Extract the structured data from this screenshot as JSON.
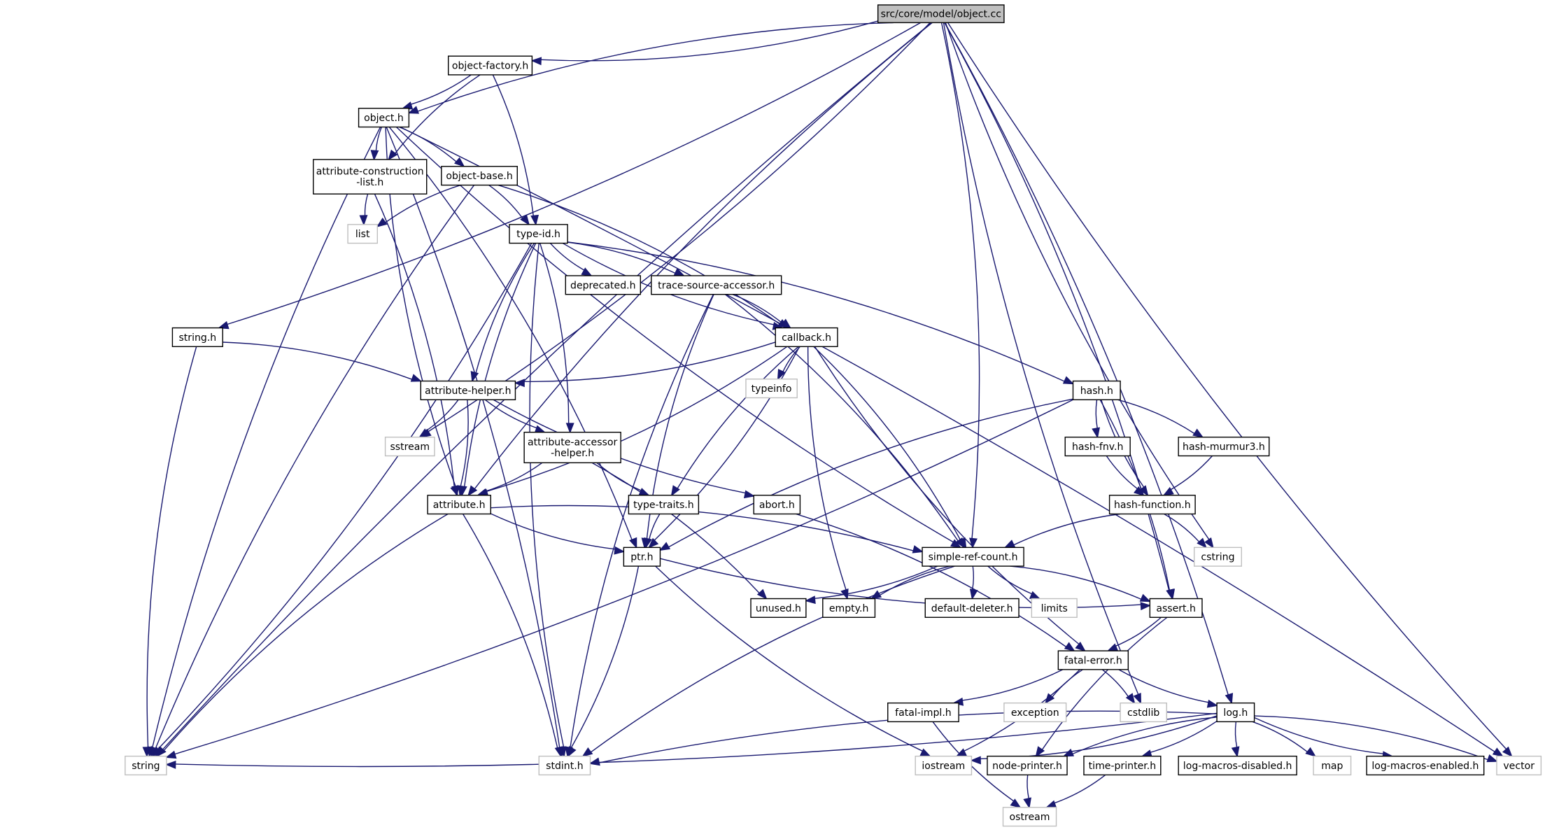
{
  "diagram": {
    "title": "src/core/model/object.cc",
    "edge_color": "#191970",
    "root_fill": "#bfbfbf",
    "external_border": "#bfbfbf",
    "nodes": [
      {
        "id": "root",
        "label": "src/core/model/object.cc",
        "kind": "root"
      },
      {
        "id": "object-factory",
        "label": "object-factory.h",
        "kind": "internal"
      },
      {
        "id": "object",
        "label": "object.h",
        "kind": "internal"
      },
      {
        "id": "attr-constr",
        "label": "attribute-construction\n-list.h",
        "kind": "internal"
      },
      {
        "id": "object-base",
        "label": "object-base.h",
        "kind": "internal"
      },
      {
        "id": "list",
        "label": "list",
        "kind": "external"
      },
      {
        "id": "type-id",
        "label": "type-id.h",
        "kind": "internal"
      },
      {
        "id": "deprecated",
        "label": "deprecated.h",
        "kind": "internal"
      },
      {
        "id": "trace-src",
        "label": "trace-source-accessor.h",
        "kind": "internal"
      },
      {
        "id": "string-h",
        "label": "string.h",
        "kind": "internal"
      },
      {
        "id": "callback",
        "label": "callback.h",
        "kind": "internal"
      },
      {
        "id": "typeinfo",
        "label": "typeinfo",
        "kind": "external"
      },
      {
        "id": "hash",
        "label": "hash.h",
        "kind": "internal"
      },
      {
        "id": "attr-helper",
        "label": "attribute-helper.h",
        "kind": "internal"
      },
      {
        "id": "sstream",
        "label": "sstream",
        "kind": "external"
      },
      {
        "id": "attr-acc-helper",
        "label": "attribute-accessor\n-helper.h",
        "kind": "internal"
      },
      {
        "id": "hash-fnv",
        "label": "hash-fnv.h",
        "kind": "internal"
      },
      {
        "id": "hash-murmur3",
        "label": "hash-murmur3.h",
        "kind": "internal"
      },
      {
        "id": "attribute",
        "label": "attribute.h",
        "kind": "internal"
      },
      {
        "id": "type-traits",
        "label": "type-traits.h",
        "kind": "internal"
      },
      {
        "id": "abort",
        "label": "abort.h",
        "kind": "internal"
      },
      {
        "id": "hash-function",
        "label": "hash-function.h",
        "kind": "internal"
      },
      {
        "id": "ptr",
        "label": "ptr.h",
        "kind": "internal"
      },
      {
        "id": "simple-ref",
        "label": "simple-ref-count.h",
        "kind": "internal"
      },
      {
        "id": "cstring",
        "label": "cstring",
        "kind": "external"
      },
      {
        "id": "unused",
        "label": "unused.h",
        "kind": "internal"
      },
      {
        "id": "empty",
        "label": "empty.h",
        "kind": "internal"
      },
      {
        "id": "default-deleter",
        "label": "default-deleter.h",
        "kind": "internal"
      },
      {
        "id": "limits",
        "label": "limits",
        "kind": "external"
      },
      {
        "id": "assert",
        "label": "assert.h",
        "kind": "internal"
      },
      {
        "id": "fatal-error",
        "label": "fatal-error.h",
        "kind": "internal"
      },
      {
        "id": "fatal-impl",
        "label": "fatal-impl.h",
        "kind": "internal"
      },
      {
        "id": "exception",
        "label": "exception",
        "kind": "external"
      },
      {
        "id": "cstdlib",
        "label": "cstdlib",
        "kind": "external"
      },
      {
        "id": "log",
        "label": "log.h",
        "kind": "internal"
      },
      {
        "id": "string",
        "label": "string",
        "kind": "external"
      },
      {
        "id": "stdint",
        "label": "stdint.h",
        "kind": "external"
      },
      {
        "id": "iostream",
        "label": "iostream",
        "kind": "external"
      },
      {
        "id": "node-printer",
        "label": "node-printer.h",
        "kind": "internal"
      },
      {
        "id": "time-printer",
        "label": "time-printer.h",
        "kind": "internal"
      },
      {
        "id": "log-macros-disabled",
        "label": "log-macros-disabled.h",
        "kind": "internal"
      },
      {
        "id": "map",
        "label": "map",
        "kind": "external"
      },
      {
        "id": "log-macros-enabled",
        "label": "log-macros-enabled.h",
        "kind": "internal"
      },
      {
        "id": "vector",
        "label": "vector",
        "kind": "external"
      },
      {
        "id": "ostream",
        "label": "ostream",
        "kind": "external"
      }
    ],
    "edges": [
      [
        "root",
        "object-factory"
      ],
      [
        "root",
        "object"
      ],
      [
        "root",
        "string-h"
      ],
      [
        "root",
        "attribute"
      ],
      [
        "root",
        "sstream"
      ],
      [
        "root",
        "string"
      ],
      [
        "root",
        "simple-ref"
      ],
      [
        "root",
        "cstring"
      ],
      [
        "root",
        "assert"
      ],
      [
        "root",
        "cstdlib"
      ],
      [
        "root",
        "log"
      ],
      [
        "root",
        "vector"
      ],
      [
        "object-factory",
        "object"
      ],
      [
        "object-factory",
        "attr-constr"
      ],
      [
        "object-factory",
        "type-id"
      ],
      [
        "object",
        "attr-constr"
      ],
      [
        "object",
        "object-base"
      ],
      [
        "object",
        "string"
      ],
      [
        "object",
        "stdint"
      ],
      [
        "object",
        "attribute"
      ],
      [
        "object",
        "ptr"
      ],
      [
        "object",
        "simple-ref"
      ],
      [
        "object",
        "vector"
      ],
      [
        "attr-constr",
        "list"
      ],
      [
        "attr-constr",
        "attribute"
      ],
      [
        "object-base",
        "list"
      ],
      [
        "object-base",
        "type-id"
      ],
      [
        "object-base",
        "string"
      ],
      [
        "object-base",
        "callback"
      ],
      [
        "type-id",
        "deprecated"
      ],
      [
        "type-id",
        "trace-src"
      ],
      [
        "type-id",
        "callback"
      ],
      [
        "type-id",
        "hash"
      ],
      [
        "type-id",
        "attr-helper"
      ],
      [
        "type-id",
        "attr-acc-helper"
      ],
      [
        "type-id",
        "attribute"
      ],
      [
        "type-id",
        "string"
      ],
      [
        "type-id",
        "stdint"
      ],
      [
        "trace-src",
        "callback"
      ],
      [
        "trace-src",
        "ptr"
      ],
      [
        "trace-src",
        "simple-ref"
      ],
      [
        "trace-src",
        "stdint"
      ],
      [
        "string-h",
        "attr-helper"
      ],
      [
        "string-h",
        "string"
      ],
      [
        "callback",
        "attr-helper"
      ],
      [
        "callback",
        "typeinfo"
      ],
      [
        "callback",
        "attribute"
      ],
      [
        "callback",
        "type-traits"
      ],
      [
        "callback",
        "ptr"
      ],
      [
        "callback",
        "empty"
      ],
      [
        "callback",
        "simple-ref"
      ],
      [
        "callback",
        "fatal-error"
      ],
      [
        "attr-helper",
        "sstream"
      ],
      [
        "attr-helper",
        "attr-acc-helper"
      ],
      [
        "attr-helper",
        "attribute"
      ],
      [
        "attr-helper",
        "abort"
      ],
      [
        "attr-acc-helper",
        "attribute"
      ],
      [
        "attr-acc-helper",
        "type-traits"
      ],
      [
        "attr-acc-helper",
        "unused"
      ],
      [
        "hash",
        "hash-fnv"
      ],
      [
        "hash",
        "hash-murmur3"
      ],
      [
        "hash",
        "hash-function"
      ],
      [
        "hash",
        "assert"
      ],
      [
        "hash",
        "ptr"
      ],
      [
        "hash",
        "string"
      ],
      [
        "hash-fnv",
        "hash-function"
      ],
      [
        "hash-murmur3",
        "hash-function"
      ],
      [
        "hash-function",
        "simple-ref"
      ],
      [
        "hash-function",
        "cstring"
      ],
      [
        "attribute",
        "ptr"
      ],
      [
        "attribute",
        "simple-ref"
      ],
      [
        "attribute",
        "string"
      ],
      [
        "attribute",
        "stdint"
      ],
      [
        "type-traits",
        "ptr"
      ],
      [
        "abort",
        "fatal-error"
      ],
      [
        "ptr",
        "assert"
      ],
      [
        "ptr",
        "stdint"
      ],
      [
        "ptr",
        "iostream"
      ],
      [
        "simple-ref",
        "unused"
      ],
      [
        "simple-ref",
        "empty"
      ],
      [
        "simple-ref",
        "default-deleter"
      ],
      [
        "simple-ref",
        "limits"
      ],
      [
        "simple-ref",
        "assert"
      ],
      [
        "simple-ref",
        "stdint"
      ],
      [
        "assert",
        "fatal-error"
      ],
      [
        "assert",
        "node-printer"
      ],
      [
        "fatal-error",
        "fatal-impl"
      ],
      [
        "fatal-error",
        "exception"
      ],
      [
        "fatal-error",
        "cstdlib"
      ],
      [
        "fatal-error",
        "log"
      ],
      [
        "fatal-error",
        "iostream"
      ],
      [
        "fatal-impl",
        "ostream"
      ],
      [
        "log",
        "string"
      ],
      [
        "log",
        "stdint"
      ],
      [
        "log",
        "iostream"
      ],
      [
        "log",
        "node-printer"
      ],
      [
        "log",
        "time-printer"
      ],
      [
        "log",
        "log-macros-disabled"
      ],
      [
        "log",
        "map"
      ],
      [
        "log",
        "log-macros-enabled"
      ],
      [
        "log",
        "vector"
      ],
      [
        "node-printer",
        "ostream"
      ],
      [
        "time-printer",
        "ostream"
      ]
    ]
  }
}
